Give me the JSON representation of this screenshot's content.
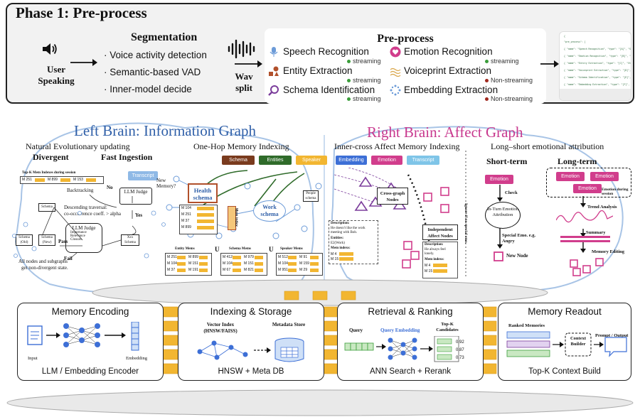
{
  "phase1": {
    "title": "Phase 1: Pre-process",
    "user_label_1": "User",
    "user_label_2": "Speaking",
    "segmentation": {
      "title": "Segmentation",
      "items": [
        "· Voice activity detection",
        "· Semantic-based VAD",
        "· Inner-model decide"
      ]
    },
    "wav_1": "Wav",
    "wav_2": "split",
    "preprocess": {
      "title": "Pre-process",
      "left": [
        {
          "label": "Speech Recognition",
          "sub": "streaming",
          "icon": "microphone-icon"
        },
        {
          "label": "Entity Extraction",
          "sub": "streaming",
          "icon": "shapes-icon"
        },
        {
          "label": "Schema Identification",
          "sub": "streaming",
          "icon": "magnifier-icon"
        }
      ],
      "right": [
        {
          "label": "Emotion Recognition",
          "sub": "streaming",
          "icon": "heart-icon"
        },
        {
          "label": "Voiceprint Extraction",
          "sub": "Non-streaming",
          "icon": "wave-icon"
        },
        {
          "label": "Embedding Extraction",
          "sub": "Non-streaming",
          "icon": "sparkle-icon"
        }
      ],
      "streaming_color": "#3a9d3a",
      "nonstreaming_color": "#a0281e"
    },
    "json_lines": [
      "{",
      "\"pre_process\": [",
      "  { \"name\": \"Speech Recognition\", \"type\": \"[A]\", \"Streaming\": true },",
      "  { \"name\": \"Emotion Recognition\", \"type\": \"[B]\", \"Streaming\": true },",
      "  { \"name\": \"Entity Extraction\", \"type\": \"[C]\", \"Streaming\": true },",
      "  { \"name\": \"Voiceprint Extraction\", \"type\": \"[D]\", \"Streaming\": false },",
      "  { \"name\": \"Schema Identification\", \"type\": \"[E]\", \"Streaming\": true },",
      "  { \"name\": \"Embedding Extraction\", \"type\": \"[F]\", \"Streaming\": false }"
    ]
  },
  "left_brain": {
    "title": "Left Brain: Information Graph",
    "natural": "Natural Evolutionary updating",
    "divergent": "Divergent",
    "fast_ingestion": "Fast Ingestion",
    "topk_label": "Top-K Mem Indexes during session",
    "topk_cells": [
      "M 251",
      "M 899",
      "M 153"
    ],
    "transcript": "Transcript",
    "new_memory": "New Memory?",
    "llm_judge": "LLM Judge",
    "no": "No",
    "yes": "Yes",
    "backtracking": "Backtracking",
    "descending": "Descending traversal:",
    "cooccurrence": "co-occurrence coeff. > alpha",
    "llm_judge2": "LLM Judge",
    "criteria": [
      "Importance",
      "Relevance",
      "Closure"
    ],
    "pass": "Pass",
    "fail": "Fail",
    "schema": "Schema",
    "schema_old": "Schema (Old)",
    "schema_new": "Schema (New)",
    "xxx_schema": "Xxx Schema",
    "all_nodes": "All nodes and subgraphs",
    "non_divergent": "get non-divergent state.",
    "one_hop": "One-Hop Memory Indexing",
    "tags": [
      {
        "label": "Schema",
        "color": "#7a3b1e"
      },
      {
        "label": "Entities",
        "color": "#2f6b2a"
      },
      {
        "label": "Speaker",
        "color": "#f2b631"
      }
    ],
    "health_schema": "Health schema",
    "health_mems": [
      "M 104",
      "M 251",
      "M 37",
      "M 899"
    ],
    "mem_index": "Mem index",
    "work_schema": "Work schema",
    "people_schema": "People schema",
    "mem_tables": [
      {
        "title": "Entity Mems",
        "cells": [
          "M 251",
          "M 899",
          "M 104",
          "M 151",
          "M 37",
          "M 191"
        ]
      },
      {
        "title": "Schema Mems",
        "cells": [
          "M 412",
          "M 979",
          "M 104",
          "M 151",
          "M 67",
          "M 821"
        ]
      },
      {
        "title": "Speaker Mems",
        "cells": [
          "M 512",
          "M 91",
          "M 104",
          "M 159",
          "M 951",
          "M 29"
        ]
      }
    ],
    "union": "U"
  },
  "right_brain": {
    "title": "Right Brain: Affect Graph",
    "inner_cross": "Inner-cross Affect Memory Indexing",
    "tags": [
      {
        "label": "Embedding",
        "color": "#3d6fd6"
      },
      {
        "label": "Emotion",
        "color": "#d13d8c"
      },
      {
        "label": "Transcript",
        "color": "#7fc5e8"
      }
    ],
    "cross_graph": "Cross-graph Nodes",
    "description_label": "Description:",
    "description_text": "He doesn't like the work meeting with Bob.",
    "entities_label": "Entities:",
    "entities_text": "E2(Work)",
    "mem_indexs": "Mem indexs:",
    "mem_cells_1": [
      "M 4",
      "M 15"
    ],
    "independent": "Independent Affect Nodes",
    "description_text2": "He always feel lonely.",
    "mem_cells_2": [
      "M 4",
      "M 15"
    ],
    "long_short": "Long–short emotional attribution",
    "short_term": "Short-term",
    "long_term": "Long-term",
    "emotion_tag": "Emotion",
    "check": "Check",
    "ignore": "Ignore if no special emo.",
    "in_turn": "In-Turn Emotion Attribution",
    "special_emo": "Special Emo. e.g. Angry",
    "new_node": "New Node",
    "emotion_during": "Emotion during session",
    "trend": "Trend Analysis",
    "summary": "Summary",
    "memory_editing": "Memory Editing",
    "pink": "#d13d8c"
  },
  "bottom": {
    "cards": [
      {
        "title": "Memory Encoding",
        "foot": "LLM / Embedding Encoder",
        "labels": [
          "Input",
          "Embedding"
        ]
      },
      {
        "title": "Indexing & Storage",
        "foot": "HNSW + Meta DB",
        "labels": [
          "Vector Index (HNSW/FAISS)",
          "Metadata Store"
        ]
      },
      {
        "title": "Retrieval & Ranking",
        "foot": "ANN Search + Rerank",
        "labels": [
          "Query",
          "Query Embedding",
          "Top-K Candidates"
        ],
        "scores": [
          "0.92",
          "0.87",
          "0.73"
        ]
      },
      {
        "title": "Memory Readout",
        "foot": "Top-K Context Build",
        "labels": [
          "Ranked Memories",
          "Context Builder",
          "Prompt / Output"
        ]
      }
    ],
    "accent_yellow": "#f2b631"
  }
}
